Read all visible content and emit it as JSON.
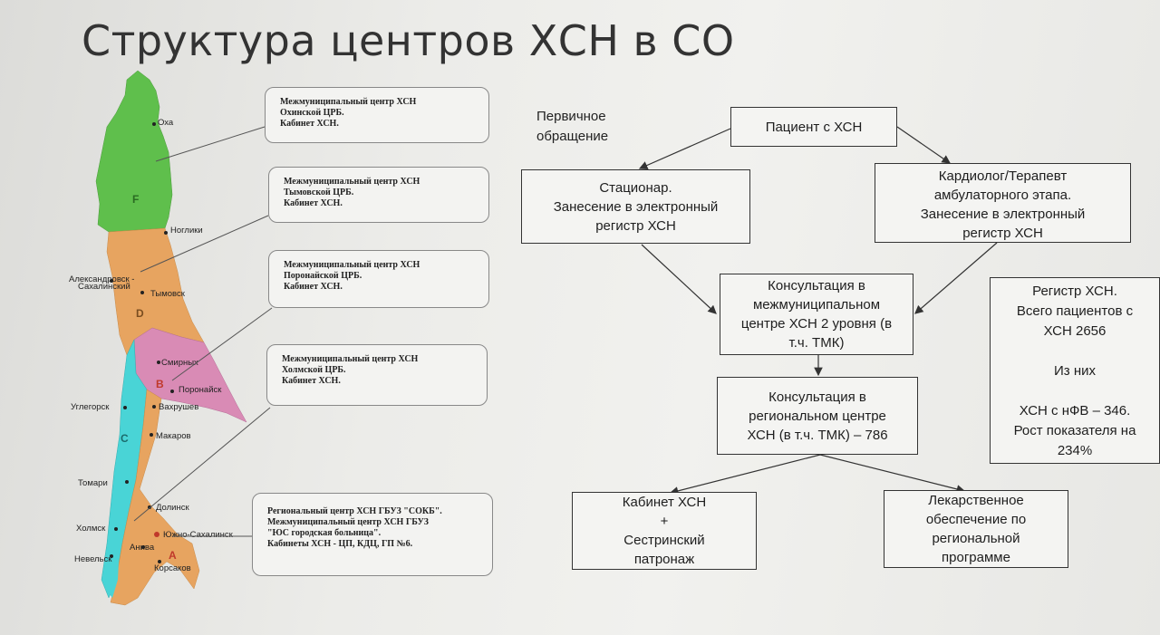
{
  "title": "Структура центров ХСН в СО",
  "map": {
    "zones": [
      "F",
      "D",
      "B",
      "C",
      "A"
    ],
    "cities": {
      "okha": "Оха",
      "nogliki": "Ноглики",
      "aleksandrovsk_1": "Александровск -",
      "aleksandrovsk_2": "Сахалинский",
      "tymovsk": "Тымовск",
      "smirnykh": "Смирных",
      "poronaisk": "Поронайск",
      "uglegorsk": "Углегорск",
      "vakhrushev": "Вахрушев",
      "makarov": "Макаров",
      "tomari": "Томари",
      "dolinsk": "Долинск",
      "kholmsk": "Холмск",
      "yuzhno": "Южно-Сахалинск",
      "nevelsk": "Невельск",
      "aniva": "Анива",
      "korsakov": "Корсаков"
    },
    "colors": {
      "green": "#5fbf4c",
      "orange": "#e7a460",
      "pink": "#d98bb5",
      "cyan": "#49d4d6",
      "zone_label": "#c0392b"
    }
  },
  "regional_boxes": [
    {
      "lines": [
        "Межмуниципальный центр ХСН",
        "Охинской ЦРБ.",
        "Кабинет ХСН."
      ]
    },
    {
      "lines": [
        "Межмуниципальный центр ХСН",
        "Тымовской ЦРБ.",
        "Кабинет ХСН."
      ]
    },
    {
      "lines": [
        "Межмуниципальный центр ХСН",
        "Поронайской ЦРБ.",
        "Кабинет ХСН."
      ]
    },
    {
      "lines": [
        "Межмуниципальный центр ХСН",
        "Холмской ЦРБ.",
        "Кабинет ХСН."
      ]
    },
    {
      "lines": [
        "Региональный центр ХСН ГБУЗ \"СОКБ\".",
        "Межмуниципальный центр ХСН ГБУЗ",
        "\"ЮС городская больница\".",
        "Кабинеты ХСН - ЦП, КДЦ, ГП №6."
      ]
    }
  ],
  "flow": {
    "first_contact": [
      "Первичное",
      "обращение"
    ],
    "patient": [
      "Пациент с ХСН"
    ],
    "hospital": [
      "Стационар.",
      "Занесение в электронный",
      "регистр ХСН"
    ],
    "cardiologist": [
      "Кардиолог/Терапевт",
      "амбулаторного этапа.",
      "Занесение в электронный",
      "регистр ХСН"
    ],
    "consult_mm": [
      "Консультация в",
      "межмуниципальном",
      "центре ХСН 2 уровня (в",
      "т.ч. ТМК)"
    ],
    "consult_reg": [
      "Консультация в",
      "региональном центре",
      "ХСН (в т.ч. ТМК) – 786"
    ],
    "cabinet": [
      "Кабинет ХСН",
      "+",
      "Сестринский",
      "патронаж"
    ],
    "drugs": [
      "Лекарственное",
      "обеспечение по",
      "региональной",
      "программе"
    ],
    "registry": [
      "Регистр ХСН.",
      "Всего пациентов с",
      "ХСН 2656",
      "",
      "Из них",
      "",
      "ХСН с нФВ – 346.",
      "Рост показателя на",
      "234%"
    ]
  }
}
